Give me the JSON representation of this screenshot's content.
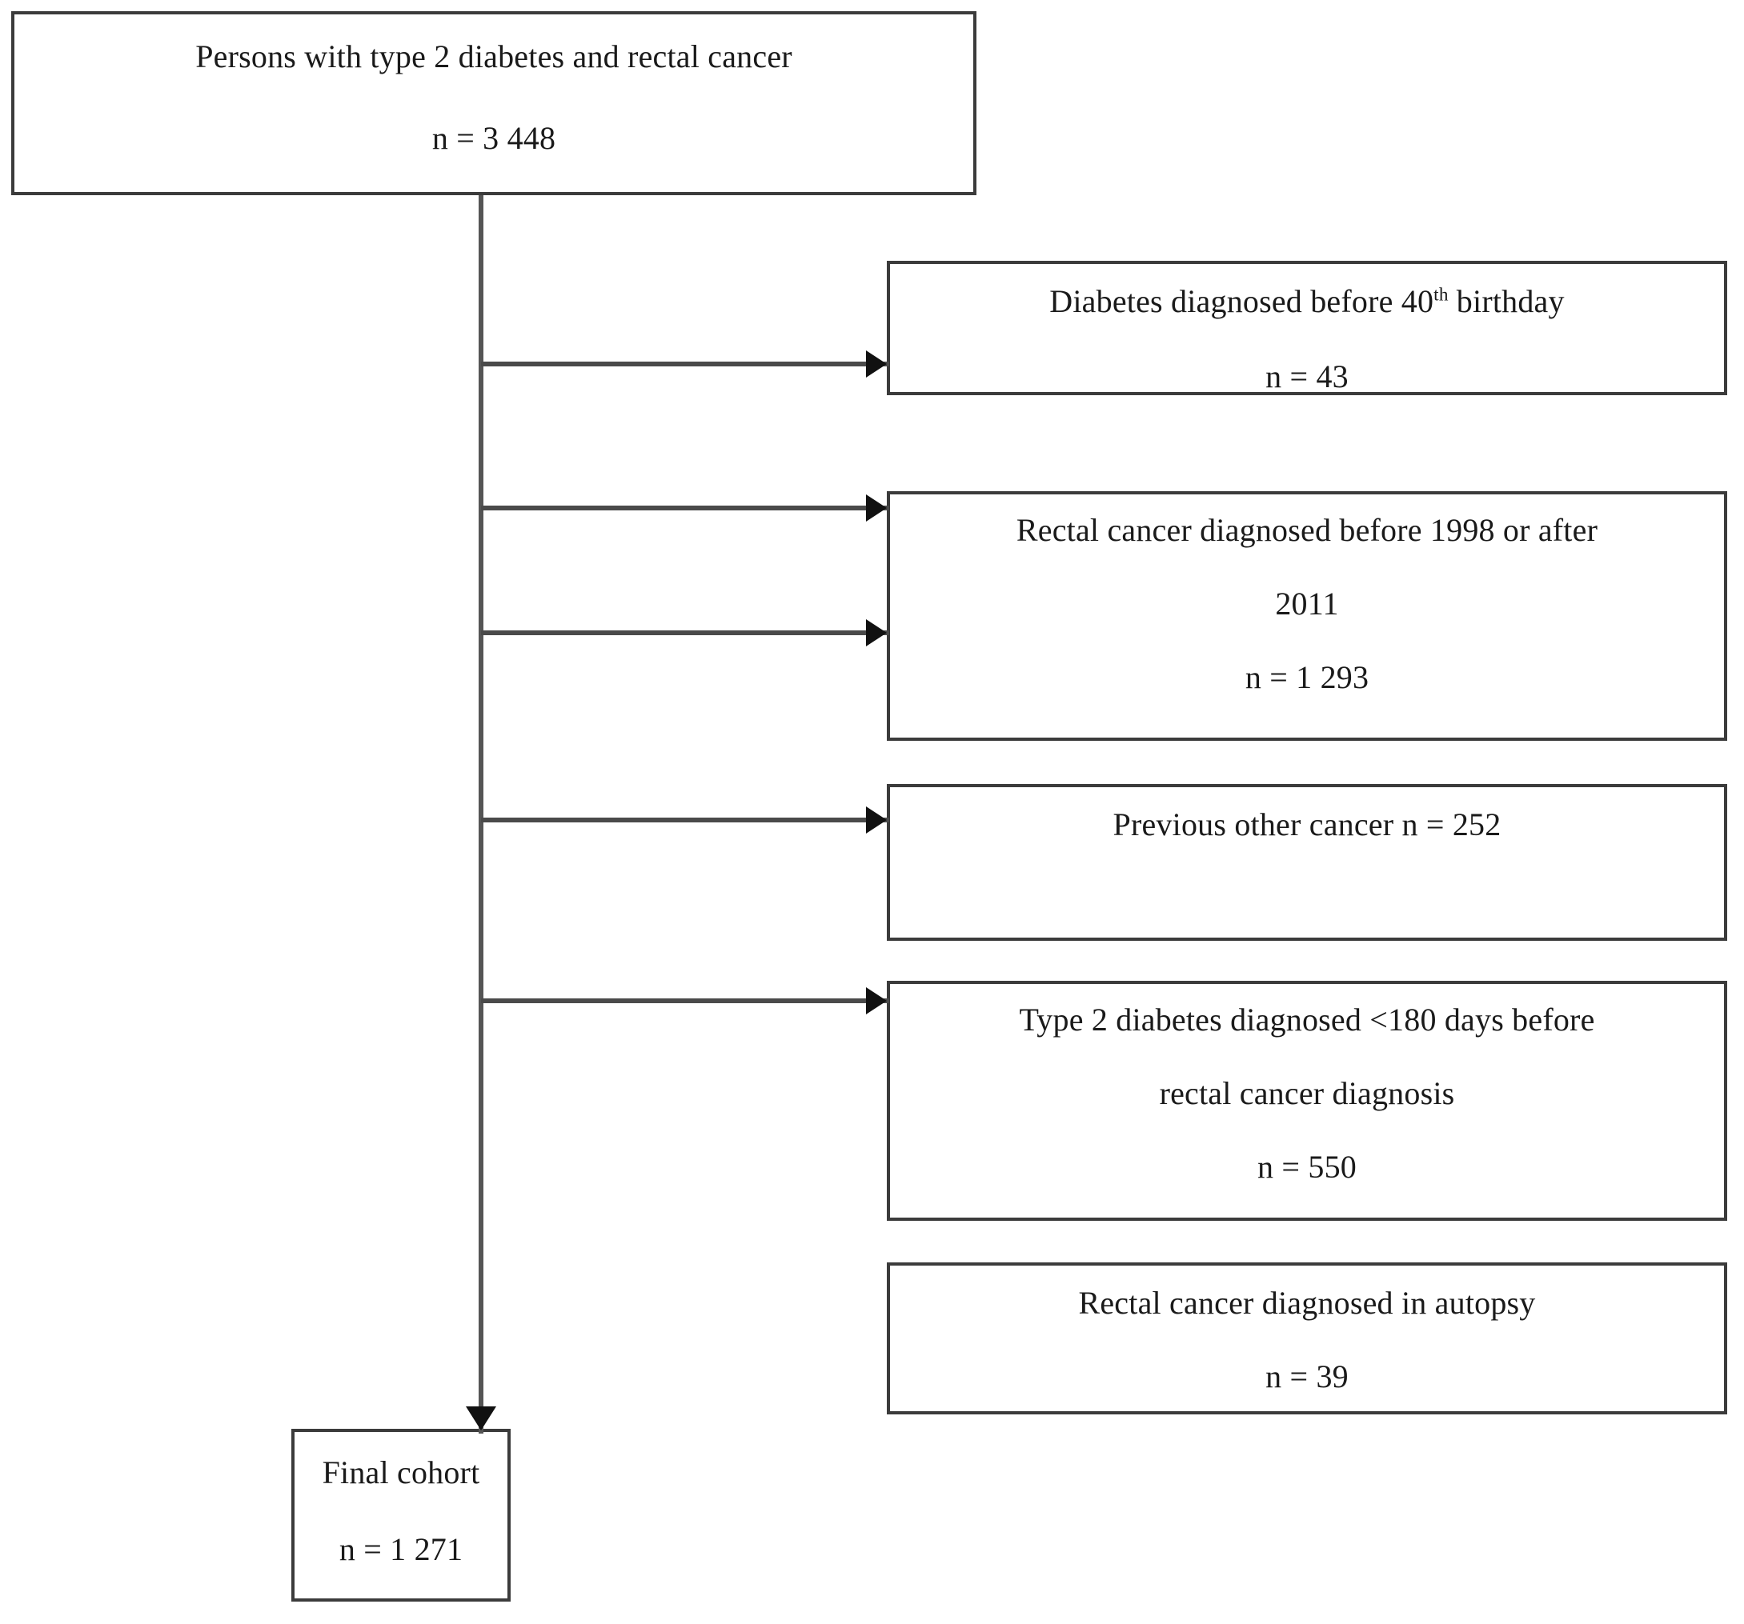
{
  "diagram": {
    "type": "study-flow-diagram",
    "source_box": {
      "title": "Persons with type 2 diabetes and rectal cancer",
      "count_label": "n = 3 448"
    },
    "exclusions": [
      {
        "line1_pre": "Diabetes diagnosed before 40",
        "line1_sup": "th",
        "line1_post": " birthday",
        "count_label": "n = 43"
      },
      {
        "line1": "Rectal cancer diagnosed before 1998 or after",
        "line2": "2011",
        "count_label": "n = 1 293"
      },
      {
        "line1": "Previous other cancer n = 252"
      },
      {
        "line1": "Type 2 diabetes diagnosed <180 days before",
        "line2": "rectal cancer diagnosis",
        "count_label": "n = 550"
      },
      {
        "line1": "Rectal cancer diagnosed in autopsy",
        "count_label": "n = 39"
      }
    ],
    "final_box": {
      "title": "Final cohort",
      "count_label": "n = 1 271"
    },
    "colors": {
      "box_border": "#3b3b3b",
      "box_border_outer": "#9a9a9a",
      "connector": "#4a4a4a",
      "arrowhead": "#111111",
      "background": "#ffffff",
      "text": "#1a1a1a"
    }
  }
}
